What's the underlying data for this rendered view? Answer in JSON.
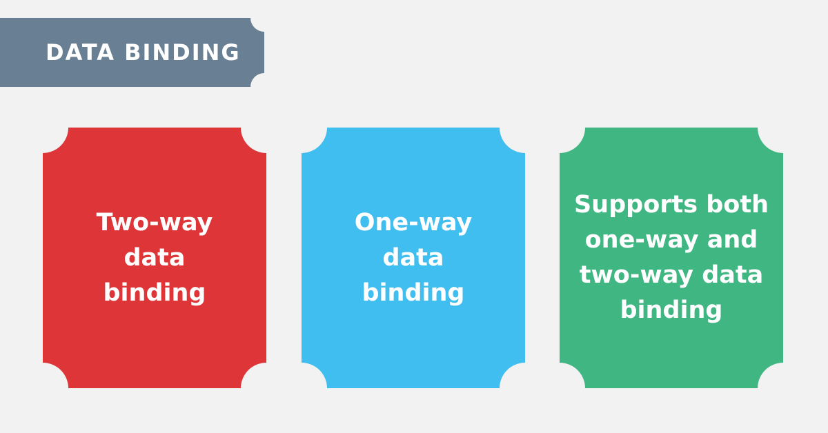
{
  "header": {
    "title": "DATA BINDING"
  },
  "cards": [
    {
      "id": "two-way-data-binding",
      "label": "Two-way\ndata\nbinding",
      "color": "#DE3538"
    },
    {
      "id": "one-way-data-binding",
      "label": "One-way\ndata\nbinding",
      "color": "#41BEF0"
    },
    {
      "id": "supports-both",
      "label": "Supports both\none-way and\ntwo-way data\nbinding",
      "color": "#40B682"
    }
  ],
  "palette": {
    "background": "#F2F2F2",
    "banner": "#687F94",
    "text": "#FFFFFF"
  }
}
